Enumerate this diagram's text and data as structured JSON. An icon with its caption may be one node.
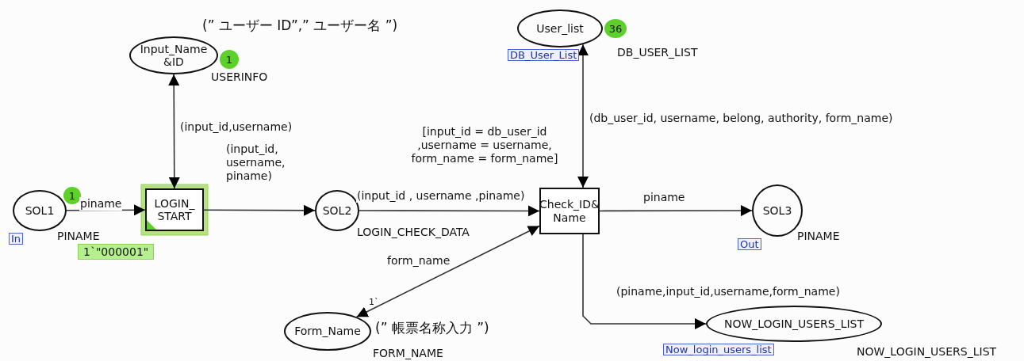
{
  "diagram": {
    "nodes": [
      {
        "text": [
          "Input_Name &ID"
        ],
        "beside": [
          "1",
          "USERINFO",
          "(” ユーザー ID”,” ユーザー名 ”)"
        ]
      },
      {
        "text": [
          "User_list"
        ],
        "beside": [
          "36",
          "DB_User_List",
          "DB_USER_LIST"
        ]
      },
      {
        "text": [
          "SOL1"
        ],
        "beside": [
          "1",
          "In",
          "PINAME",
          "1`\"000001\""
        ]
      },
      {
        "text": [
          "LOGIN_ START"
        ]
      },
      {
        "text": [
          "SOL2"
        ],
        "beside": [
          "LOGIN_CHECK_DATA"
        ]
      },
      {
        "text": [
          "Check_ID& Name"
        ],
        "beside": [
          "[input_id = db_user_id ,username = username, form_name = form_name]"
        ]
      },
      {
        "text": [
          "SOL3"
        ],
        "beside": [
          "Out",
          "PINAME"
        ]
      },
      {
        "text": [
          "Form_Name"
        ],
        "beside": [
          "(” 帳票名称入力 ”)",
          "FORM_NAME"
        ]
      },
      {
        "text": [
          "NOW_LOGIN_USERS_LIST"
        ],
        "beside": [
          "Now_login_users_list",
          "NOW_LOGIN_USERS_LIST"
        ]
      }
    ],
    "edges": [
      {
        "from": 2,
        "to": 3,
        "arrow": "to",
        "label": "piname"
      },
      {
        "from": 3,
        "to": 0,
        "arrow": "both",
        "label": "(input_id,username)"
      },
      {
        "from": 3,
        "to": 4,
        "arrow": "to",
        "label": "(input_id, username, piname)"
      },
      {
        "from": 4,
        "to": 5,
        "arrow": "to",
        "label": "(input_id , username ,piname)"
      },
      {
        "from": 5,
        "to": 1,
        "arrow": "both",
        "label": "(db_user_id, username, belong, authority, form_name)"
      },
      {
        "from": 5,
        "to": 7,
        "arrow": "both",
        "label": "form_name"
      },
      {
        "from": 5,
        "to": 6,
        "arrow": "to",
        "label": "piname"
      },
      {
        "from": 5,
        "to": 8,
        "arrow": "to",
        "label": "(piname,input_id,username,form_name)"
      }
    ],
    "labels": [
      "1`"
    ]
  }
}
